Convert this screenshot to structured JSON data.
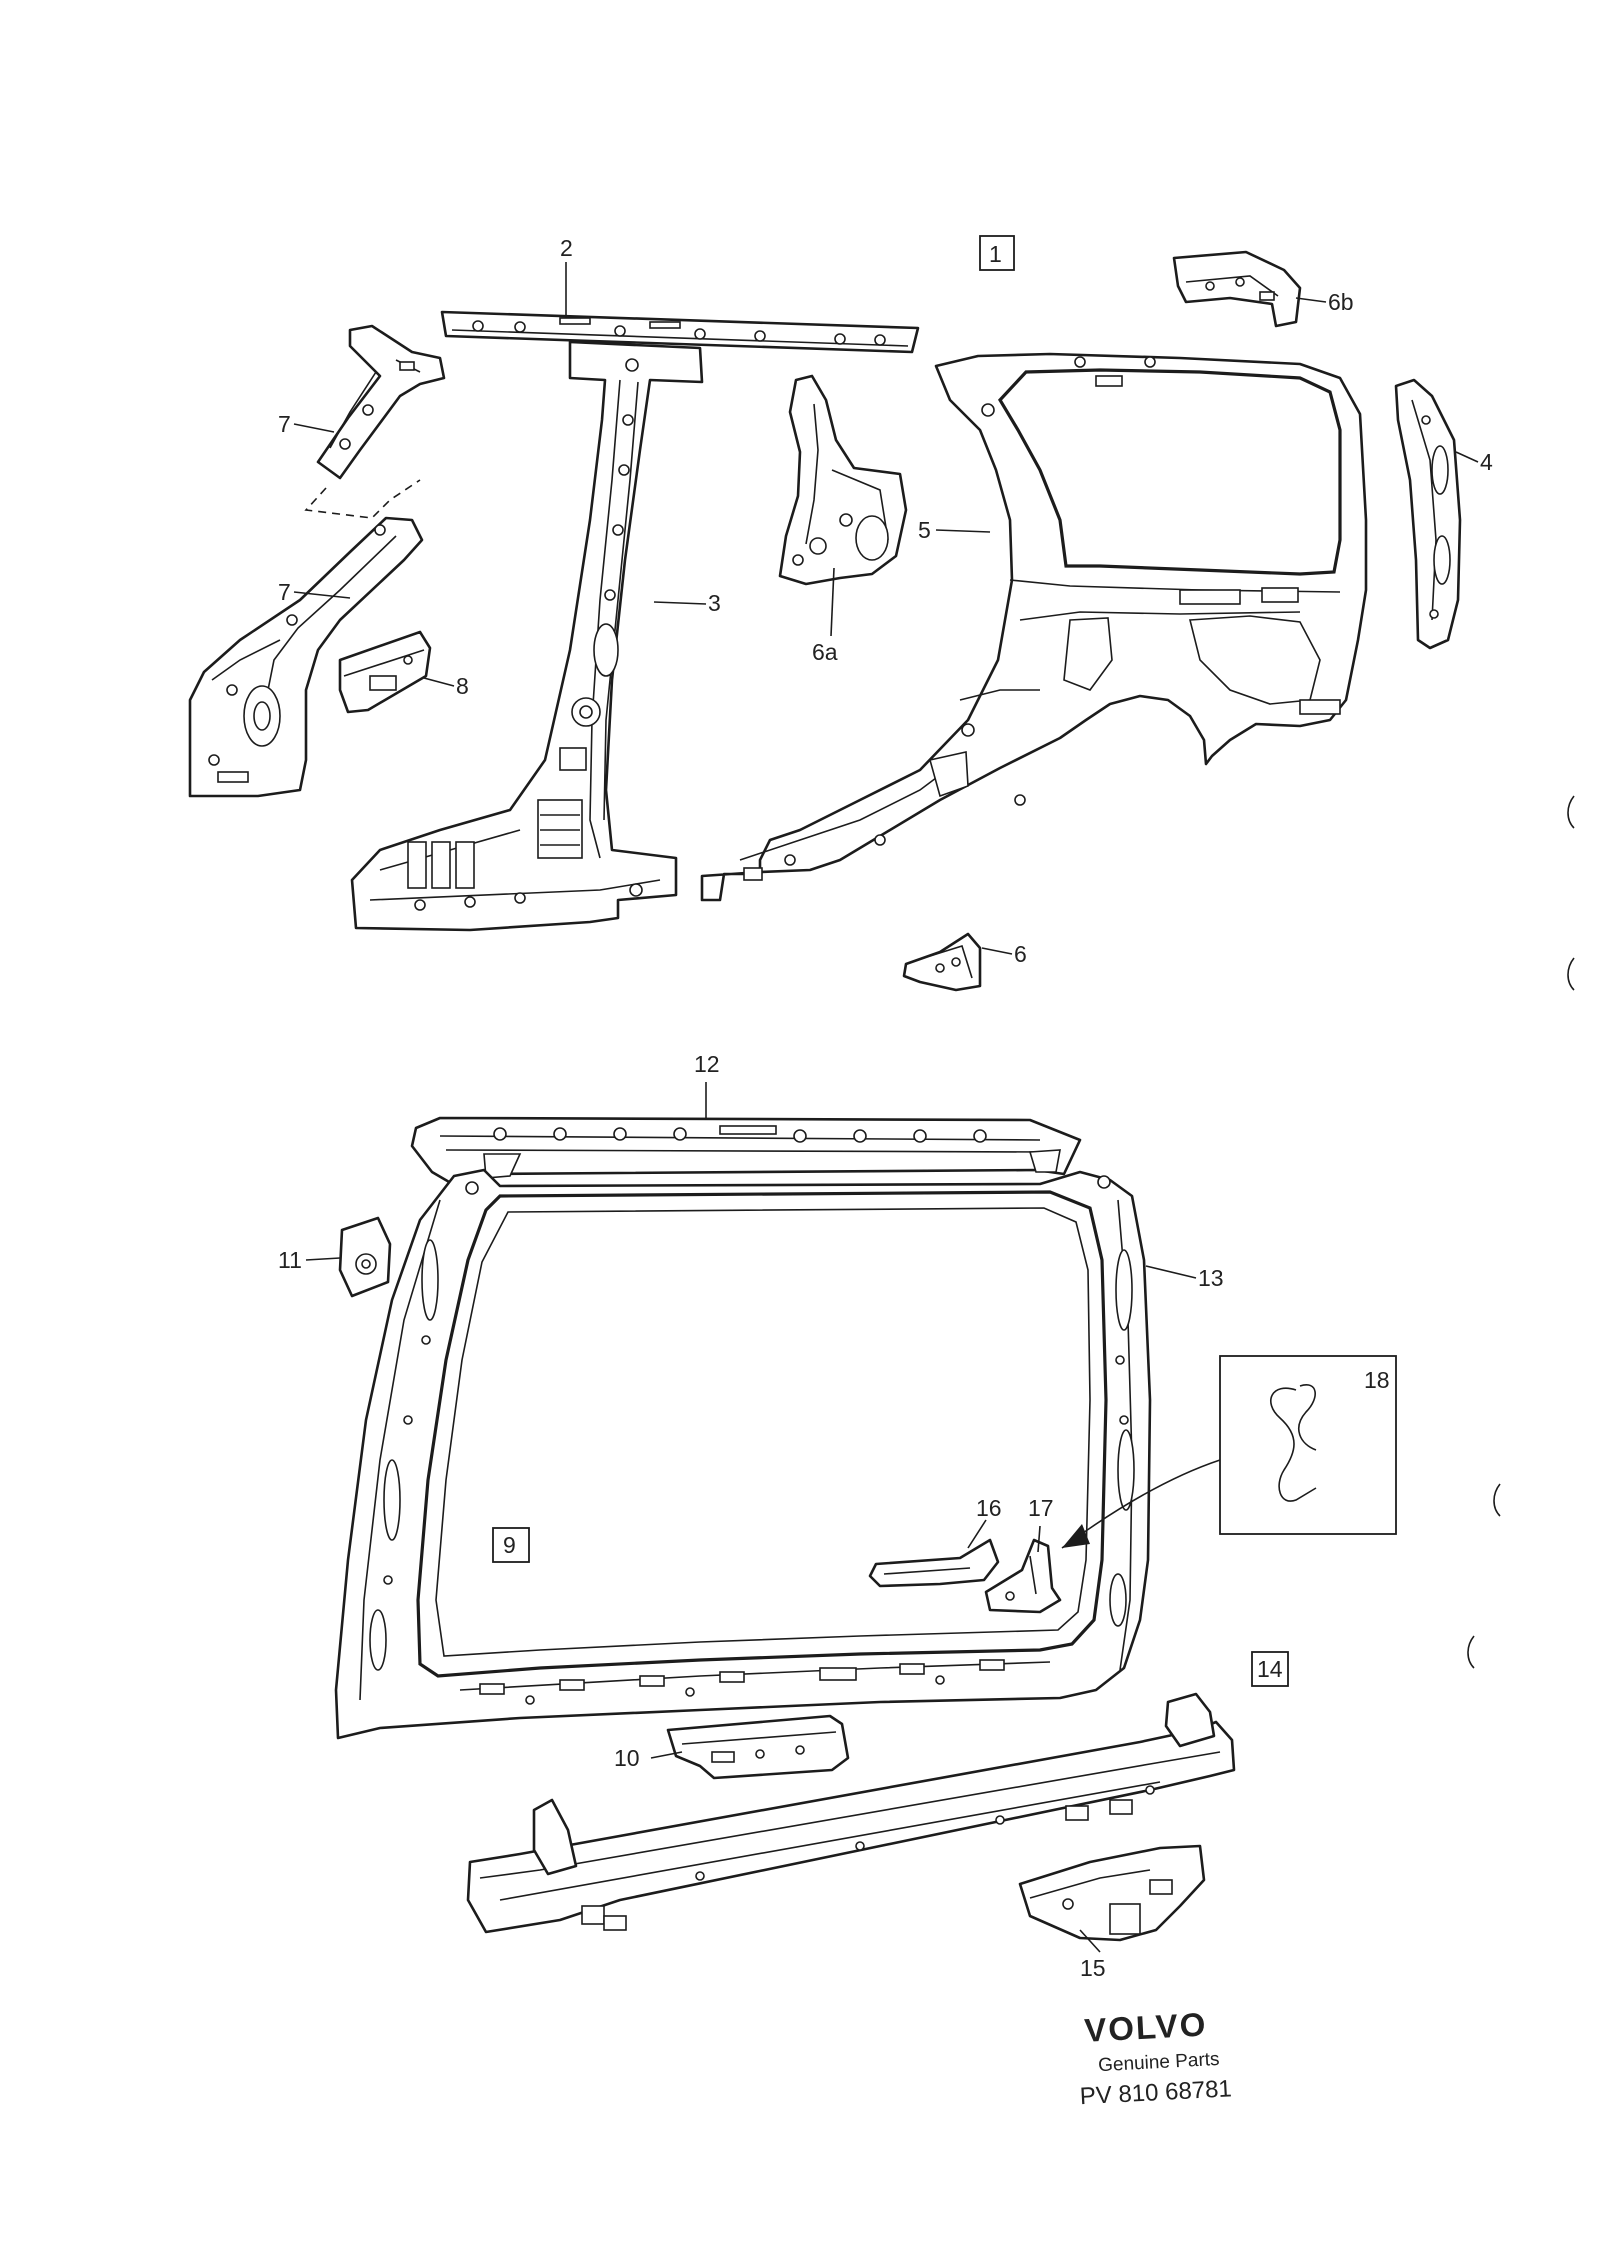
{
  "callouts": {
    "c1": "1",
    "c2": "2",
    "c3": "3",
    "c4": "4",
    "c5": "5",
    "c6": "6",
    "c6a": "6a",
    "c6b": "6b",
    "c7_upper": "7",
    "c7_lower": "7",
    "c8": "8",
    "c9": "9",
    "c10": "10",
    "c11": "11",
    "c12": "12",
    "c13": "13",
    "c14": "14",
    "c15": "15",
    "c16": "16",
    "c17": "17",
    "c18": "18"
  },
  "stamp": {
    "brand": "VOLVO",
    "subtitle": "Genuine Parts",
    "code": "PV 810 68781"
  }
}
